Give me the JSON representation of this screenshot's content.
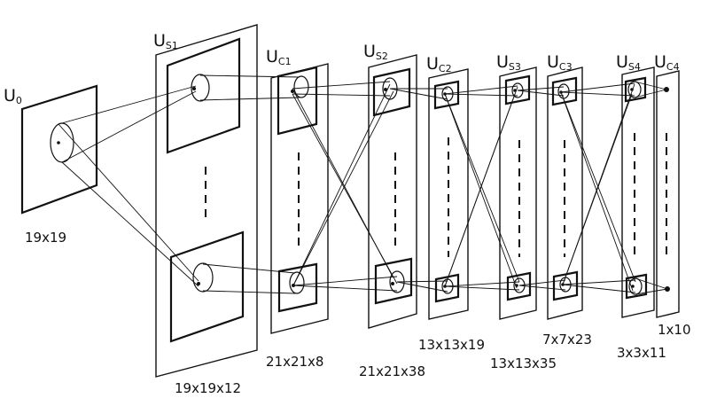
{
  "layers": [
    {
      "name": "U",
      "sub": "0",
      "dims": "19x19"
    },
    {
      "name": "U",
      "sub": "S1",
      "dims": "19x19x12"
    },
    {
      "name": "U",
      "sub": "C1",
      "dims": "21x21x8"
    },
    {
      "name": "U",
      "sub": "S2",
      "dims": "21x21x38"
    },
    {
      "name": "U",
      "sub": "C2",
      "dims": "13x13x19"
    },
    {
      "name": "U",
      "sub": "S3",
      "dims": "13x13x35"
    },
    {
      "name": "U",
      "sub": "C3",
      "dims": "7x7x23"
    },
    {
      "name": "U",
      "sub": "S4",
      "dims": "3x3x11"
    },
    {
      "name": "U",
      "sub": "C4",
      "dims": "1x10"
    }
  ]
}
